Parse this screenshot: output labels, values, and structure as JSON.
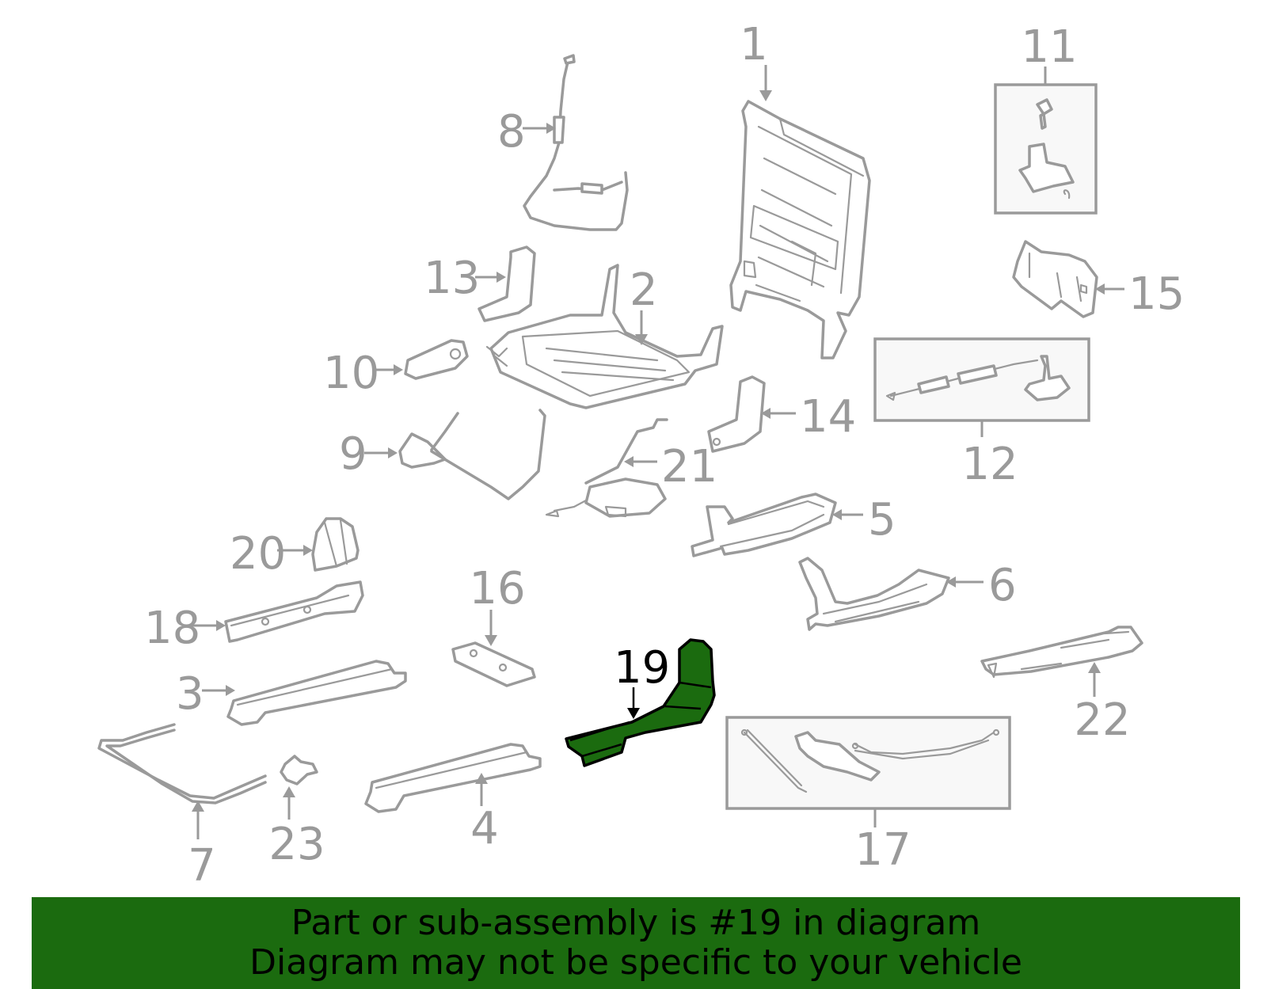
{
  "colors": {
    "highlight": "#1b6b0f",
    "banner_bg": "#1b6b0f",
    "line_gray": "#9a9a9a",
    "text_black": "#000000"
  },
  "callouts": {
    "c1": "1",
    "c2": "2",
    "c3": "3",
    "c4": "4",
    "c5": "5",
    "c6": "6",
    "c7": "7",
    "c8": "8",
    "c9": "9",
    "c10": "10",
    "c11": "11",
    "c12": "12",
    "c13": "13",
    "c14": "14",
    "c15": "15",
    "c16": "16",
    "c17": "17",
    "c18": "18",
    "c19": "19",
    "c20": "20",
    "c21": "21",
    "c22": "22",
    "c23": "23"
  },
  "highlighted_part": "19",
  "banner": {
    "line1": "Part or sub-assembly is #19 in diagram",
    "line2": "Diagram may not be specific to your vehicle"
  }
}
